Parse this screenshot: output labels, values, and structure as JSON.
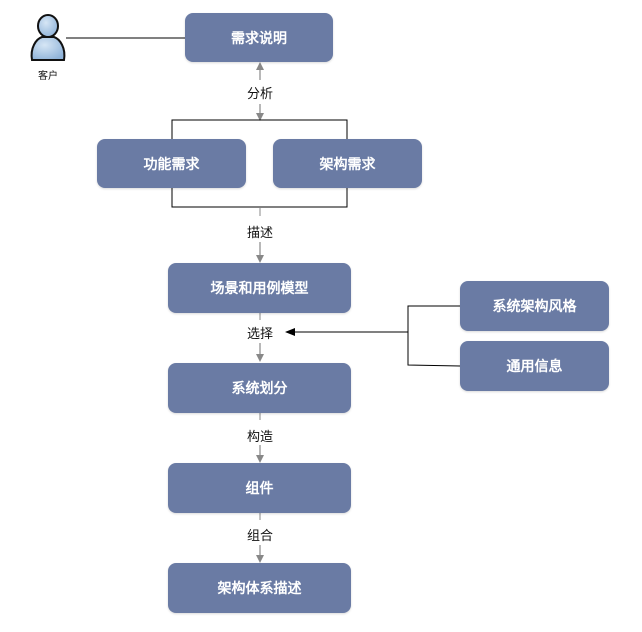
{
  "actor": {
    "label": "客户",
    "icon": "user-icon"
  },
  "nodes": {
    "requirements_spec": "需求说明",
    "functional_req": "功能需求",
    "architecture_req": "架构需求",
    "scenario_usecase": "场景和用例模型",
    "system_partition": "系统划分",
    "component": "组件",
    "arch_description": "架构体系描述",
    "arch_style": "系统架构风格",
    "general_info": "通用信息"
  },
  "edge_labels": {
    "analyze": "分析",
    "describe": "描述",
    "select": "选择",
    "construct": "构造",
    "compose": "组合"
  },
  "colors": {
    "node_fill": "#6a7ba4",
    "node_text": "#ffffff",
    "arrow_gray": "#888888",
    "line_black": "#000000",
    "actor_fill": "#a9c8e6"
  }
}
